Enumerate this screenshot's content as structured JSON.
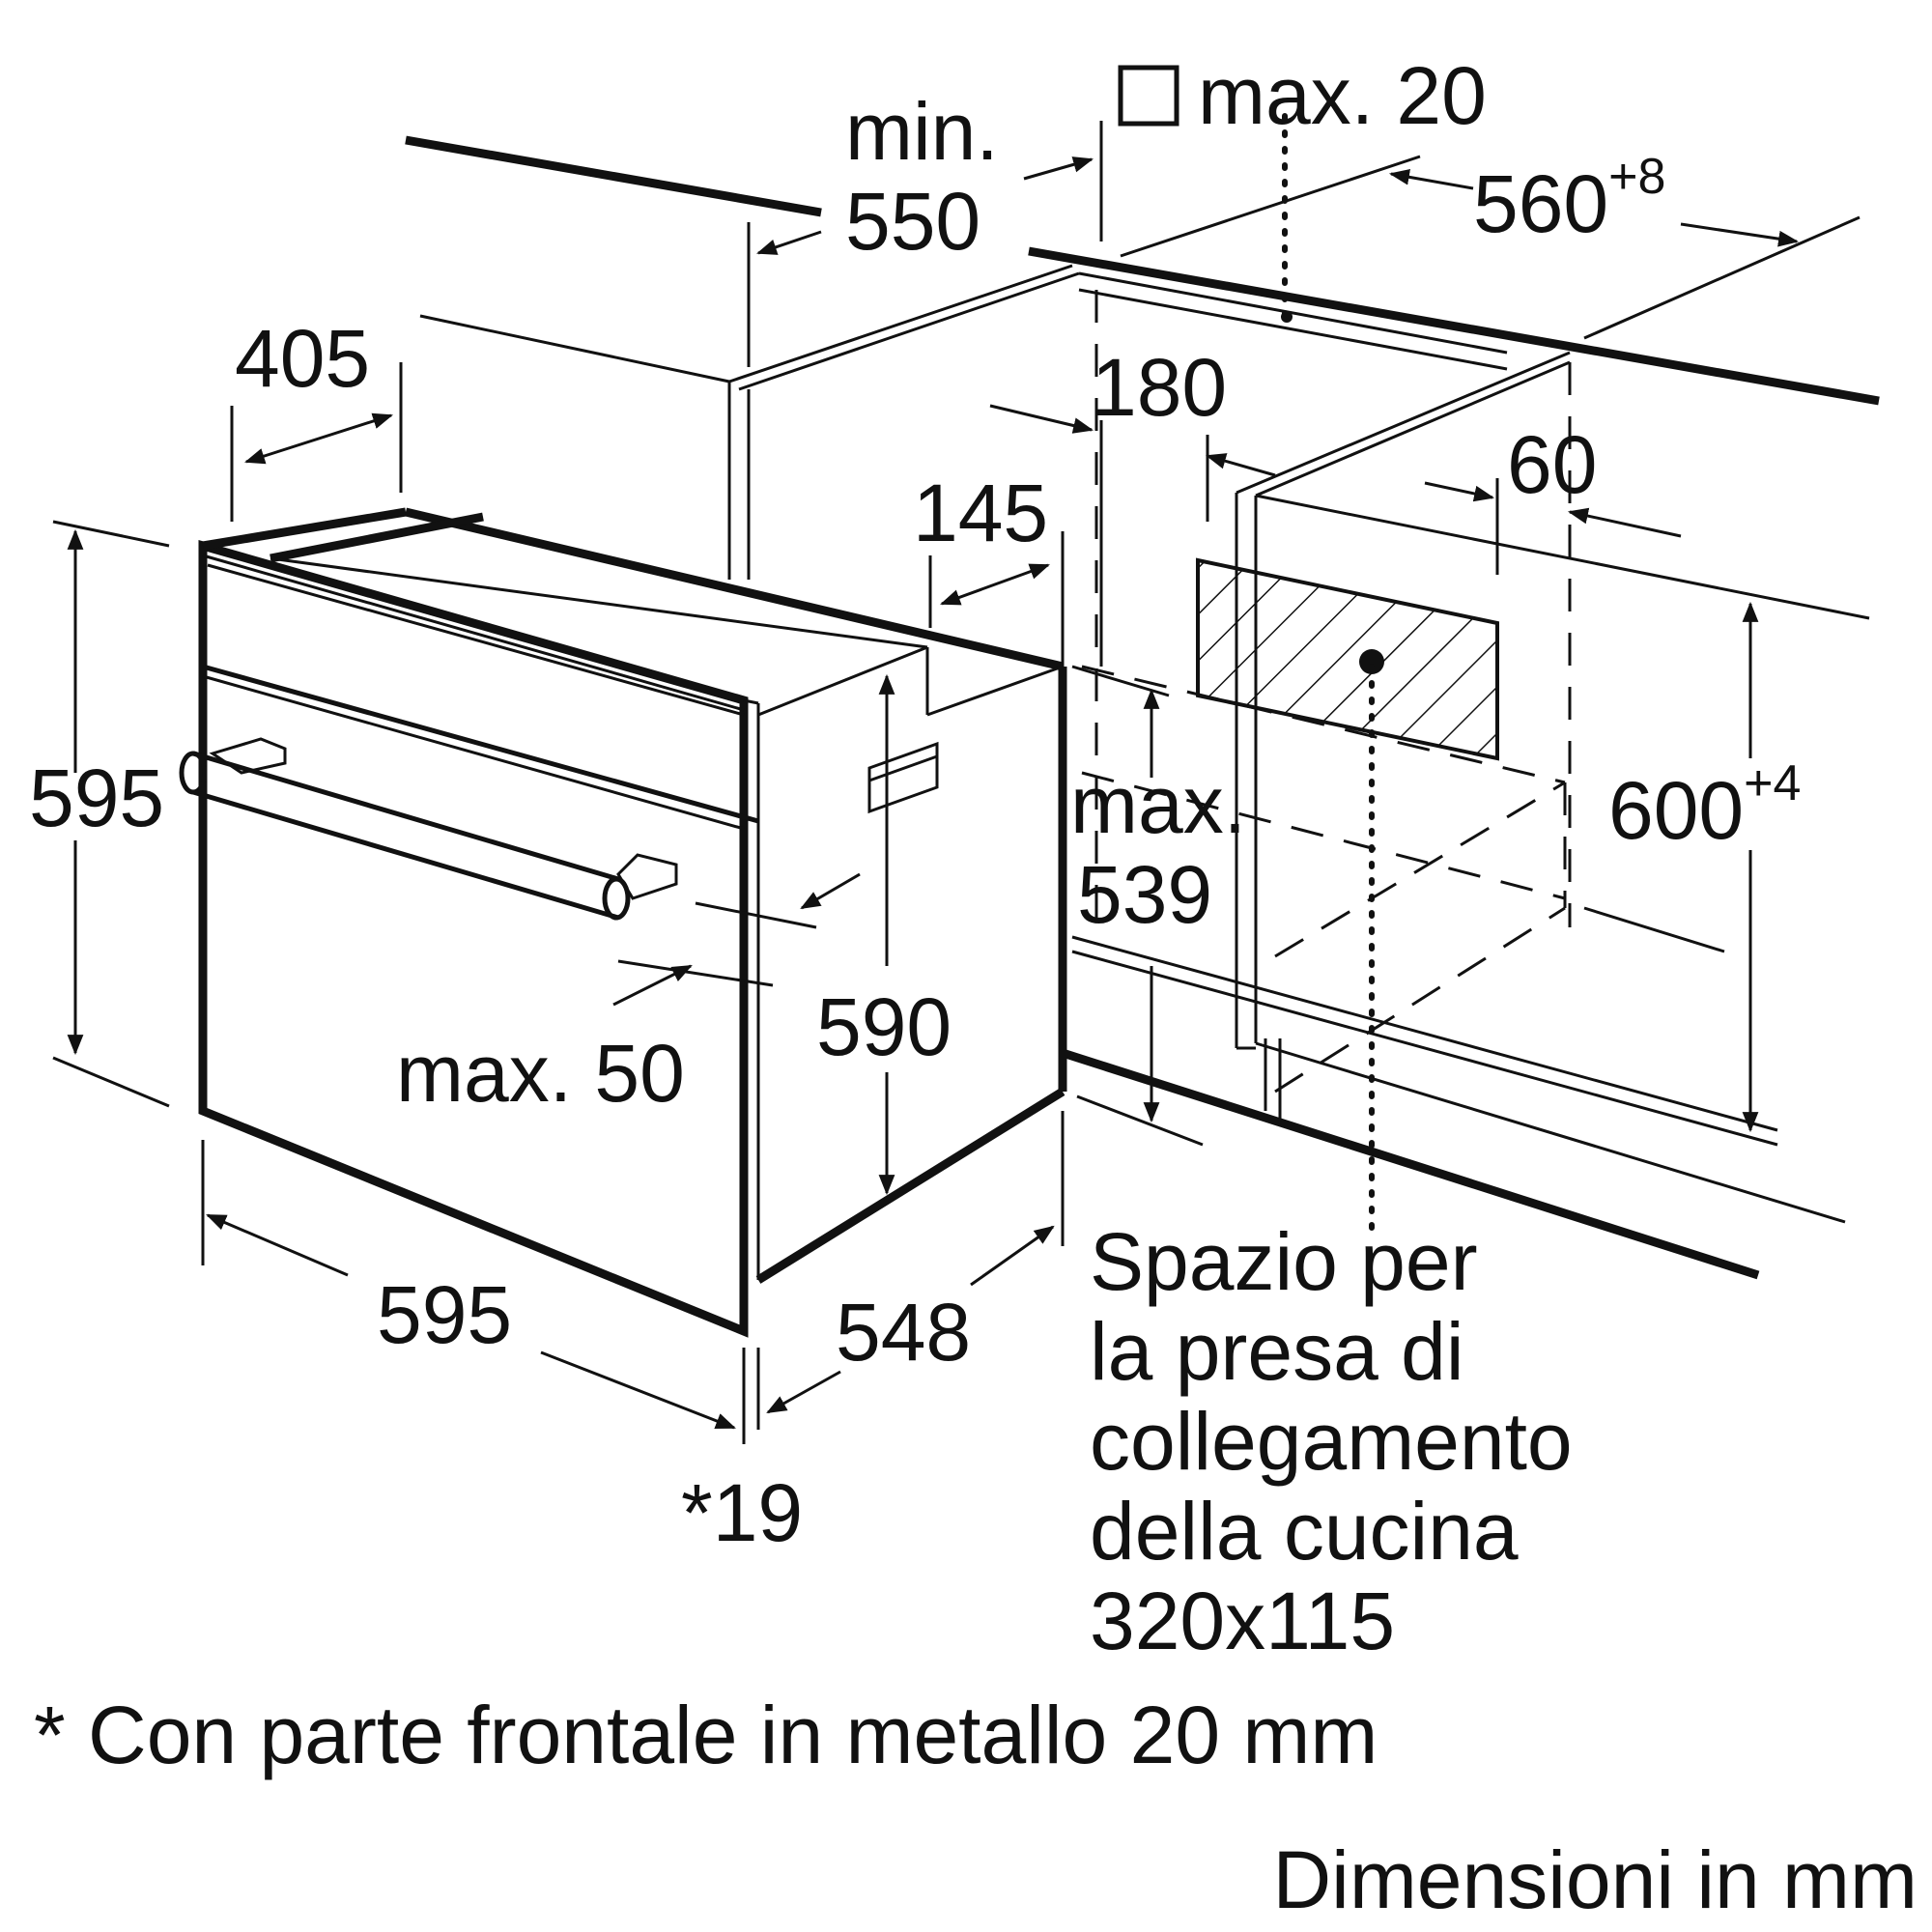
{
  "dimensions": {
    "min_label": "min.",
    "min_value": "550",
    "square_max": "max. 20",
    "width_niche": "560",
    "width_niche_tol": "+8",
    "d405": "405",
    "d180": "180",
    "d60": "60",
    "d145": "145",
    "h595_left": "595",
    "h600": "600",
    "h600_tol": "+4",
    "max_label": "max.",
    "max539": "539",
    "h590": "590",
    "max50": "max. 50",
    "w595_bottom": "595",
    "d548": "548",
    "star19": "*19"
  },
  "socket_note": [
    "Spazio per",
    "la presa di",
    "collegamento",
    "della cucina",
    "320x115"
  ],
  "footnote": "* Con parte frontale in metallo 20 mm",
  "units_note": "Dimensioni in mm",
  "colors": {
    "ink": "#111111",
    "background": "#ffffff"
  }
}
